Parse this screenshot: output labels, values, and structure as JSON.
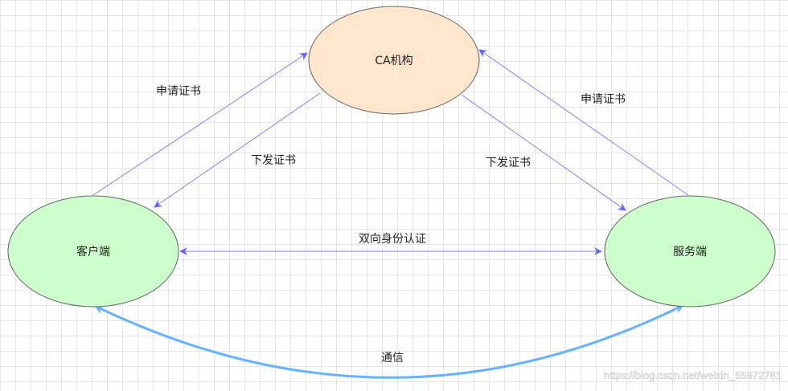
{
  "nodes": {
    "ca": {
      "label": "CA机构",
      "fill": "#ffe6cc"
    },
    "client": {
      "label": "客户端",
      "fill": "#ccffcc"
    },
    "server": {
      "label": "服务端",
      "fill": "#ccffcc"
    }
  },
  "edges": {
    "client_apply": "申请证书",
    "client_issue": "下发证书",
    "server_apply": "申请证书",
    "server_issue": "下发证书",
    "mutual_auth": "双向身份认证",
    "communication": "通信"
  },
  "colors": {
    "arrow": "#7f7fff",
    "arrow_head": "#6666ff",
    "communication": "#66b2ff",
    "node_stroke": "#666666"
  },
  "watermark": "https://blog.csdn.net/weixin_55972781"
}
